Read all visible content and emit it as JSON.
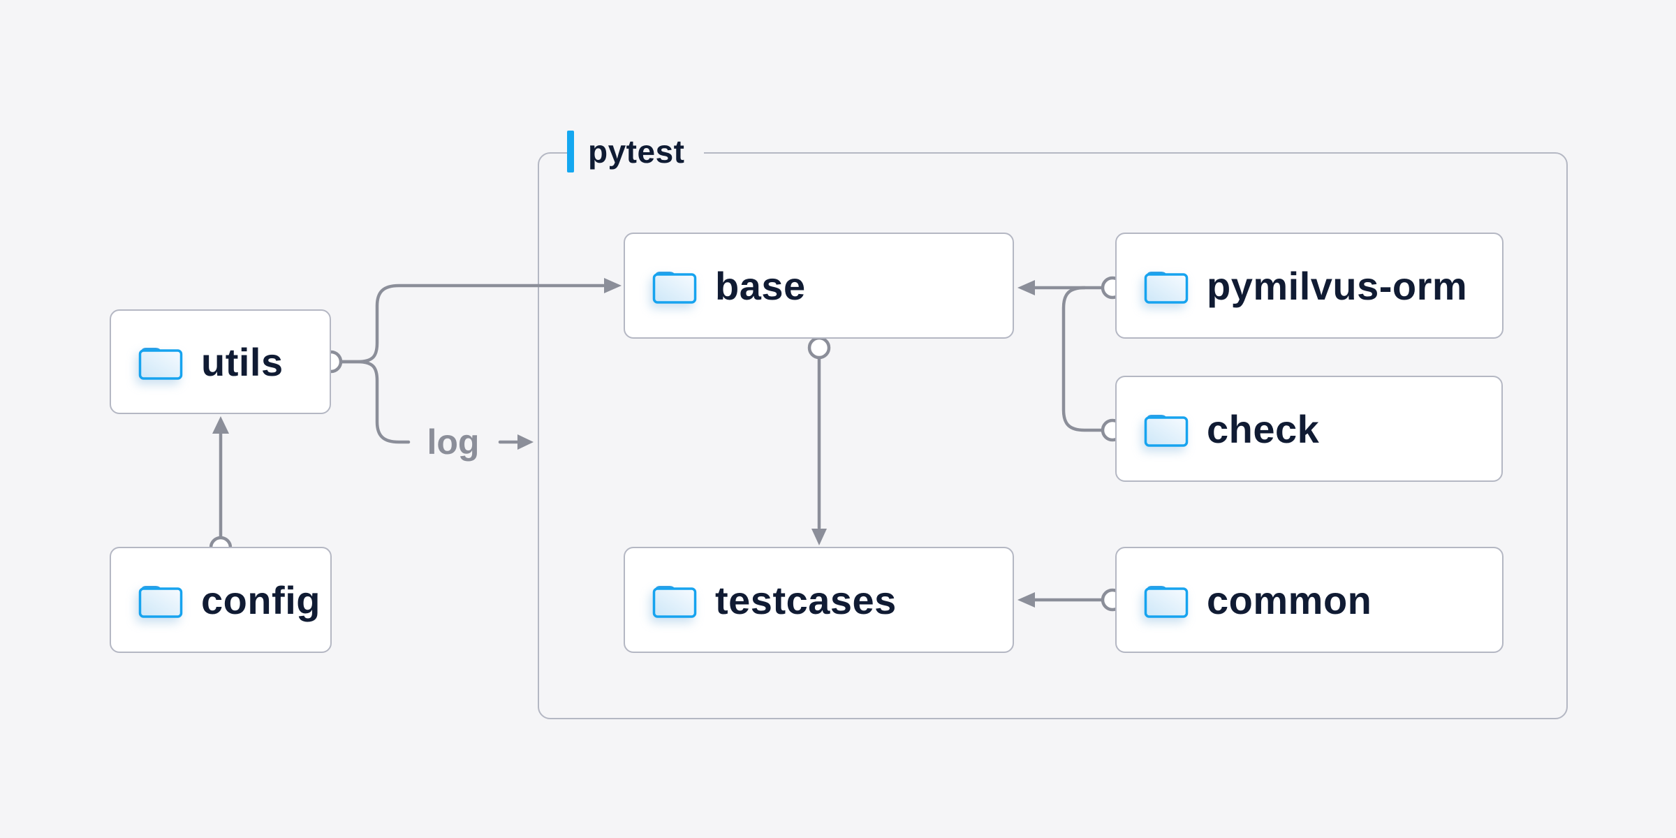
{
  "diagram": {
    "container": {
      "label": "pytest"
    },
    "nodes": [
      {
        "id": "utils",
        "label": "utils",
        "icon": "folder-icon"
      },
      {
        "id": "config",
        "label": "config",
        "icon": "folder-icon"
      },
      {
        "id": "base",
        "label": "base",
        "icon": "folder-icon"
      },
      {
        "id": "pymilvus-orm",
        "label": "pymilvus-orm",
        "icon": "folder-icon"
      },
      {
        "id": "check",
        "label": "check",
        "icon": "folder-icon"
      },
      {
        "id": "testcases",
        "label": "testcases",
        "icon": "folder-icon"
      },
      {
        "id": "common",
        "label": "common",
        "icon": "folder-icon"
      }
    ],
    "edges": [
      {
        "from": "config",
        "to": "utils",
        "label": ""
      },
      {
        "from": "utils",
        "to": "base",
        "label": ""
      },
      {
        "from": "utils",
        "to": "pytest-container",
        "label": "log"
      },
      {
        "from": "pymilvus-orm",
        "to": "base",
        "label": ""
      },
      {
        "from": "check",
        "to": "base",
        "label": ""
      },
      {
        "from": "base",
        "to": "testcases",
        "label": ""
      },
      {
        "from": "common",
        "to": "testcases",
        "label": ""
      }
    ],
    "colors": {
      "background": "#f5f5f7",
      "node_background": "#ffffff",
      "node_border": "#b4b7c3",
      "text": "#101b33",
      "accent_blue": "#14a7f0",
      "connector_gray": "#8b8e99",
      "folder_stroke": "#16a3ef",
      "folder_tab": "#2d9fe6",
      "folder_fill_light": "#f6fbff",
      "folder_fill_dark": "#cde7f8"
    }
  }
}
